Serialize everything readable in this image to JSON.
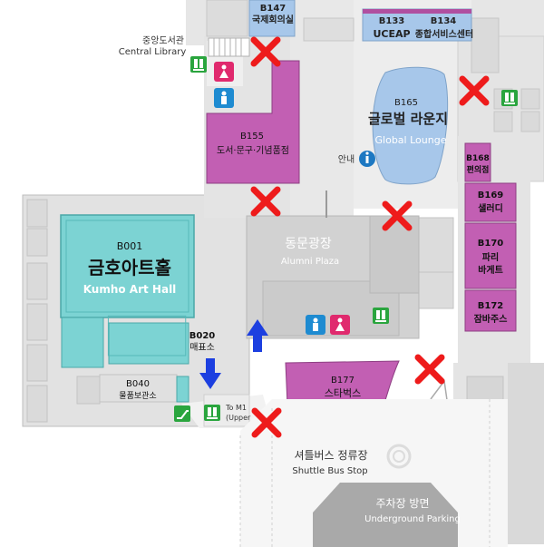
{
  "rooms": {
    "b147": {
      "code": "B147",
      "name": "국제회의실"
    },
    "b133": {
      "code": "B133",
      "name": "UCEAP"
    },
    "b134": {
      "code": "B134",
      "name": "종합서비스센터"
    },
    "b155": {
      "code": "B155",
      "name": "도서·문구·기념품점"
    },
    "b165": {
      "code": "B165",
      "name_ko": "글로벌 라운지",
      "name_en": "Global Lounge"
    },
    "b168": {
      "code": "B168",
      "name": "편의점"
    },
    "b169": {
      "code": "B169",
      "name": "샐러디"
    },
    "b170": {
      "code": "B170",
      "name_line1": "파리",
      "name_line2": "바게트"
    },
    "b172": {
      "code": "B172",
      "name": "잠바주스"
    },
    "b001": {
      "code": "B001",
      "name_ko": "금호아트홀",
      "name_en": "Kumho Art Hall"
    },
    "b020": {
      "code": "B020",
      "name": "매표소"
    },
    "b040": {
      "code": "B040",
      "name": "물품보관소"
    },
    "b177": {
      "code": "B177",
      "name": "스타벅스"
    }
  },
  "areas": {
    "library": {
      "name_ko": "중앙도서관",
      "name_en": "Central Library"
    },
    "plaza": {
      "name_ko": "동문광장",
      "name_en": "Alumni Plaza"
    },
    "info": {
      "label": "안내",
      "icon": "info-icon"
    },
    "shuttle": {
      "name_ko": "셔틀버스 정류장",
      "name_en": "Shuttle Bus Stop"
    },
    "parking": {
      "name_ko": "주차장 방면",
      "name_en": "Underground Parking"
    },
    "m1": {
      "line1": "To M1",
      "line2": "(Upper"
    }
  },
  "icons": {
    "restroom_female": "restroom-female-icon",
    "restroom_male": "restroom-male-icon",
    "elevator": "elevator-icon",
    "escalator": "escalator-icon",
    "closed": "closed-x-icon",
    "arrow": "direction-arrow-icon"
  },
  "colors": {
    "purple_store": "#c25fb3",
    "teal_hall": "#7cd3d3",
    "blue_room": "#a7c7ea",
    "female": "#e02a6e",
    "male": "#1e8bd1",
    "elevator": "#2aa53e",
    "closed": "#ee1b1b",
    "arrow": "#1c3fe0",
    "info": "#1d78c2"
  }
}
